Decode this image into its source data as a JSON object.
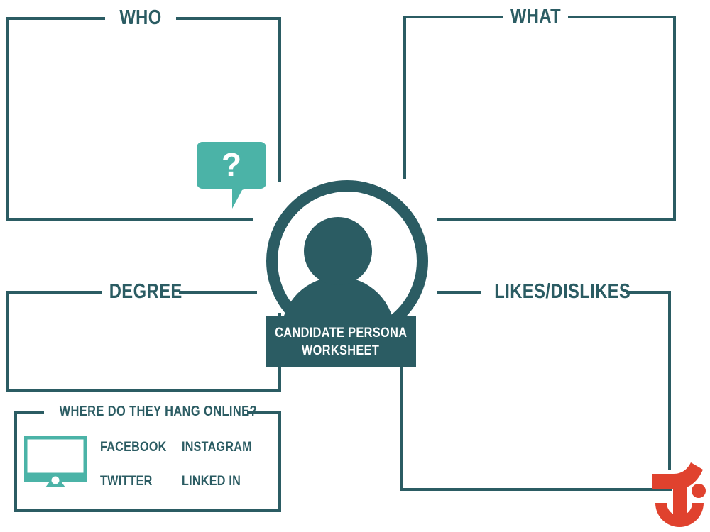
{
  "worksheet": {
    "center": {
      "emblem_icon": "person-avatar-icon",
      "title_line1": "CANDIDATE PERSONA",
      "title_line2": "WORKSHEET"
    },
    "accent_icons": {
      "question_bubble": "question-speech-bubble-icon",
      "question_mark": "?",
      "monitor": "desktop-monitor-icon",
      "brand": "smiley-brand-logo"
    },
    "sections": [
      {
        "id": "who",
        "title": "WHO",
        "content": ""
      },
      {
        "id": "what",
        "title": "WHAT",
        "content": ""
      },
      {
        "id": "degree",
        "title": "DEGREE",
        "content": ""
      },
      {
        "id": "likes",
        "title": "LIKES/DISLIKES",
        "content": ""
      },
      {
        "id": "online",
        "title": "WHERE DO THEY HANG ONLINE?",
        "content": ""
      }
    ],
    "social_networks": [
      "FACEBOOK",
      "INSTAGRAM",
      "TWITTER",
      "LINKED IN"
    ],
    "colors": {
      "ink": "#2b5c63",
      "accent_teal": "#4bb3a7",
      "brand_red": "#e0422e",
      "paper": "#ffffff"
    }
  }
}
